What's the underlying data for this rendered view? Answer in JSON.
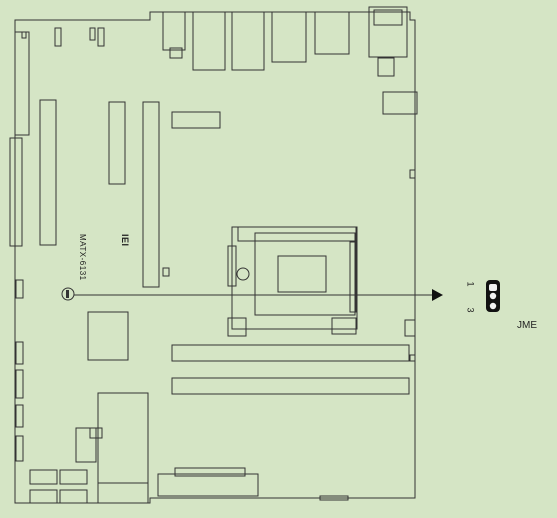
{
  "board": {
    "model_text": "MATX-6131",
    "logo_text": "IEI"
  },
  "jumper": {
    "name": "JME",
    "pin_top": "1",
    "pin_bottom": "3"
  },
  "colors": {
    "background": "#d5e5c5",
    "line": "#333333",
    "jumper": "#111111"
  }
}
